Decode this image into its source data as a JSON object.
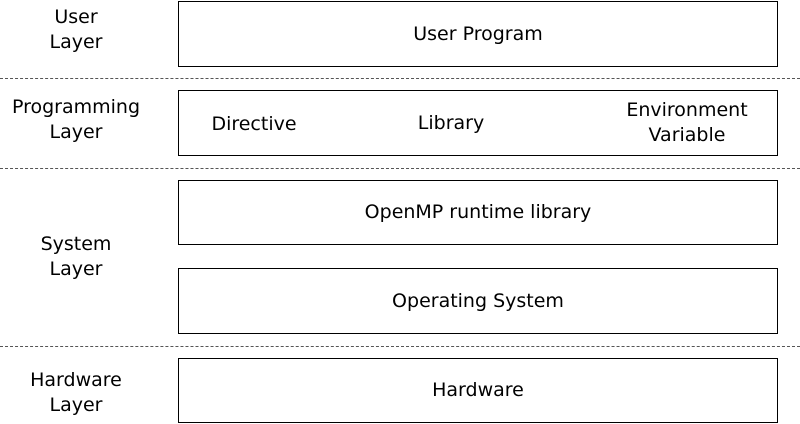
{
  "layers": {
    "user": {
      "label_lines": [
        "User",
        "Layer"
      ]
    },
    "programming": {
      "label_lines": [
        "Programming",
        "Layer"
      ]
    },
    "system": {
      "label_lines": [
        "System",
        "Layer"
      ]
    },
    "hardware": {
      "label_lines": [
        "Hardware",
        "Layer"
      ]
    }
  },
  "boxes": {
    "user_program": "User Program",
    "directive": "Directive",
    "library": "Library",
    "environment_variable_lines": [
      "Environment",
      "Variable"
    ],
    "openmp_runtime": "OpenMP runtime library",
    "operating_system": "Operating System",
    "hardware": "Hardware"
  }
}
